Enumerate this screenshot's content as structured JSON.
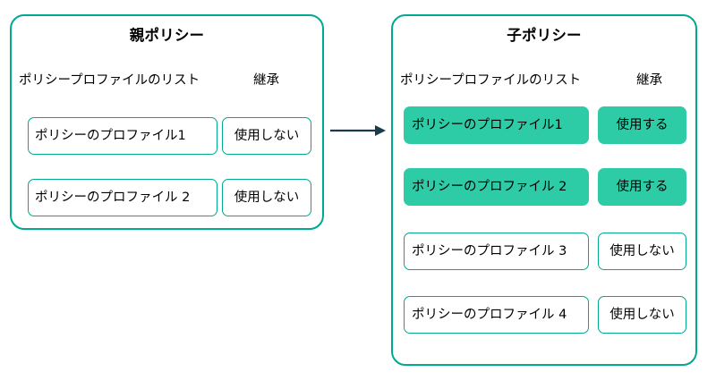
{
  "colors": {
    "panel_border": "#00a98f",
    "chip_border": "#00a98f",
    "chip_fill_active": "#2dcca7",
    "arrow": "#1c3b4a",
    "text": "#000000",
    "background": "#ffffff"
  },
  "panels": [
    {
      "id": "parent-policy",
      "title": "親ポリシー",
      "headers": {
        "list": "ポリシープロファイルのリスト",
        "inherit": "継承"
      },
      "rows": [
        {
          "profile": "ポリシーのプロファイル1",
          "inherit": "使用しない",
          "active": false
        },
        {
          "profile": "ポリシーのプロファイル 2",
          "inherit": "使用しない",
          "active": false
        }
      ]
    },
    {
      "id": "child-policy",
      "title": "子ポリシー",
      "headers": {
        "list": "ポリシープロファイルのリスト",
        "inherit": "継承"
      },
      "rows": [
        {
          "profile": "ポリシーのプロファイル1",
          "inherit": "使用する",
          "active": true
        },
        {
          "profile": "ポリシーのプロファイル 2",
          "inherit": "使用する",
          "active": true
        },
        {
          "profile": "ポリシーのプロファイル 3",
          "inherit": "使用しない",
          "active": false
        },
        {
          "profile": "ポリシーのプロファイル 4",
          "inherit": "使用しない",
          "active": false
        }
      ]
    }
  ],
  "connector": {
    "name": "inheritance-arrow",
    "direction": "left-to-right"
  }
}
